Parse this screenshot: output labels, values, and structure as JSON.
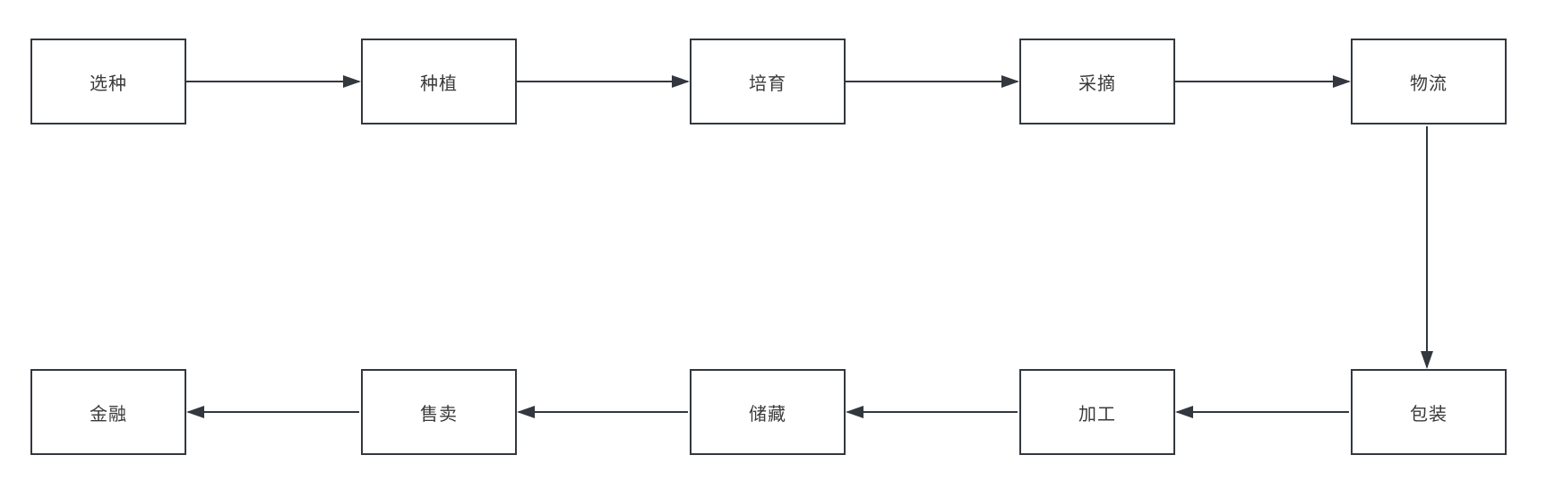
{
  "diagram": {
    "type": "flowchart",
    "colors": {
      "stroke": "#33383f",
      "text": "#3a3a3a",
      "node_fill": "#ffffff",
      "background": "#ffffff"
    },
    "nodes": [
      {
        "id": "seed-selection",
        "label": "选种",
        "row": 1,
        "col": 1
      },
      {
        "id": "planting",
        "label": "种植",
        "row": 1,
        "col": 2
      },
      {
        "id": "cultivation",
        "label": "培育",
        "row": 1,
        "col": 3
      },
      {
        "id": "harvesting",
        "label": "采摘",
        "row": 1,
        "col": 4
      },
      {
        "id": "logistics",
        "label": "物流",
        "row": 1,
        "col": 5
      },
      {
        "id": "packaging",
        "label": "包装",
        "row": 2,
        "col": 5
      },
      {
        "id": "processing",
        "label": "加工",
        "row": 2,
        "col": 4
      },
      {
        "id": "storage",
        "label": "储藏",
        "row": 2,
        "col": 3
      },
      {
        "id": "selling",
        "label": "售卖",
        "row": 2,
        "col": 2
      },
      {
        "id": "finance",
        "label": "金融",
        "row": 2,
        "col": 1
      }
    ],
    "edges": [
      {
        "from": "选种",
        "to": "种植",
        "direction": "right"
      },
      {
        "from": "种植",
        "to": "培育",
        "direction": "right"
      },
      {
        "from": "培育",
        "to": "采摘",
        "direction": "right"
      },
      {
        "from": "采摘",
        "to": "物流",
        "direction": "right"
      },
      {
        "from": "物流",
        "to": "包装",
        "direction": "down"
      },
      {
        "from": "包装",
        "to": "加工",
        "direction": "left"
      },
      {
        "from": "加工",
        "to": "储藏",
        "direction": "left"
      },
      {
        "from": "储藏",
        "to": "售卖",
        "direction": "left"
      },
      {
        "from": "售卖",
        "to": "金融",
        "direction": "left"
      }
    ]
  }
}
